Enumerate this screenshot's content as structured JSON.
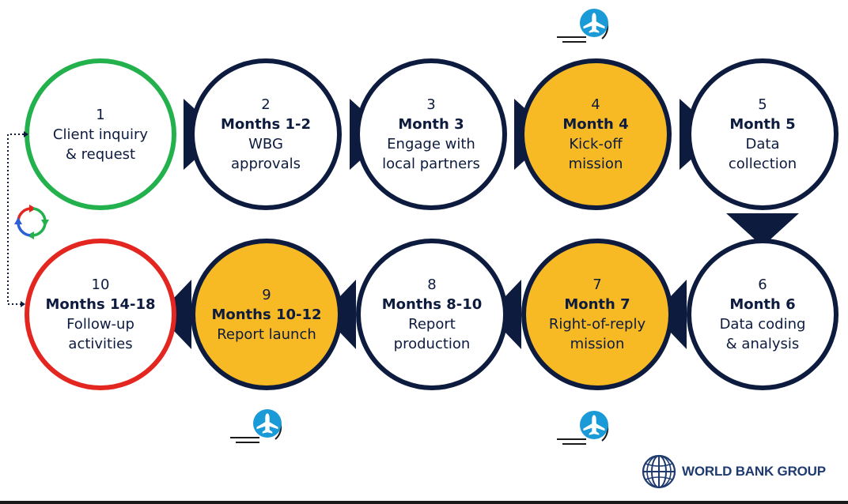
{
  "colors": {
    "navy": "#0d1b3e",
    "fill_default": "#ffffff",
    "fill_highlight": "#f7b924",
    "ring_start": "#22b14c",
    "ring_end": "#e3261f",
    "plane_badge": "#1a9ad6"
  },
  "steps": [
    {
      "number": "1",
      "period": "",
      "lines": [
        "Client inquiry",
        "& request"
      ],
      "fill": "white",
      "ring": "green"
    },
    {
      "number": "2",
      "period": "Months 1-2",
      "lines": [
        "WBG",
        "approvals"
      ],
      "fill": "white",
      "ring": "navy"
    },
    {
      "number": "3",
      "period": "Month 3",
      "lines": [
        "Engage with",
        "local partners"
      ],
      "fill": "white",
      "ring": "navy"
    },
    {
      "number": "4",
      "period": "Month 4",
      "lines": [
        "Kick-off",
        "mission"
      ],
      "fill": "yellow",
      "ring": "navy"
    },
    {
      "number": "5",
      "period": "Month 5",
      "lines": [
        "Data",
        "collection"
      ],
      "fill": "white",
      "ring": "navy"
    },
    {
      "number": "6",
      "period": "Month 6",
      "lines": [
        "Data coding",
        "& analysis"
      ],
      "fill": "white",
      "ring": "navy"
    },
    {
      "number": "7",
      "period": "Month 7",
      "lines": [
        "Right-of-reply",
        "mission"
      ],
      "fill": "yellow",
      "ring": "navy"
    },
    {
      "number": "8",
      "period": "Months 8-10",
      "lines": [
        "Report",
        "production"
      ],
      "fill": "white",
      "ring": "navy"
    },
    {
      "number": "9",
      "period": "Months 10-12",
      "lines": [
        "Report launch"
      ],
      "fill": "yellow",
      "ring": "navy"
    },
    {
      "number": "10",
      "period": "Months 14-18",
      "lines": [
        "Follow-up",
        "activities"
      ],
      "fill": "white",
      "ring": "red"
    }
  ],
  "icons": {
    "plane": "airplane-icon",
    "cycle": "cycle-arrows-icon",
    "globe": "globe-icon"
  },
  "logo": {
    "text": "WORLD BANK GROUP"
  }
}
